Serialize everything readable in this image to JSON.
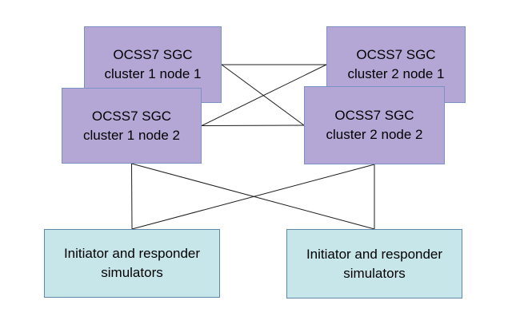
{
  "diagram": {
    "colors": {
      "background": "#ffffff",
      "sgc_fill": "#b4a7d6",
      "sgc_border": "#7b90c4",
      "simulator_fill": "#c7e6ea",
      "simulator_border": "#5f87a9",
      "connector": "#1c1c1c",
      "text": "#000000"
    },
    "nodes": [
      {
        "id": "sgc-c1n1",
        "line1": "OCSS7 SGC",
        "line2": "cluster 1 node 1"
      },
      {
        "id": "sgc-c2n1",
        "line1": "OCSS7 SGC",
        "line2": "cluster 2 node 1"
      },
      {
        "id": "sgc-c1n2",
        "line1": "OCSS7 SGC",
        "line2": "cluster 1 node 2"
      },
      {
        "id": "sgc-c2n2",
        "line1": "OCSS7 SGC",
        "line2": "cluster 2 node 2"
      },
      {
        "id": "sim-left",
        "line1": "Initiator and responder",
        "line2": "simulators"
      },
      {
        "id": "sim-right",
        "line1": "Initiator and responder",
        "line2": "simulators"
      }
    ],
    "edges": [
      {
        "from": "sgc-c1n1",
        "from_side": "right",
        "to": "sgc-c2n1",
        "to_side": "left"
      },
      {
        "from": "sgc-c1n1",
        "from_side": "right",
        "to": "sgc-c2n2",
        "to_side": "left"
      },
      {
        "from": "sgc-c1n2",
        "from_side": "right",
        "to": "sgc-c2n1",
        "to_side": "left"
      },
      {
        "from": "sgc-c1n2",
        "from_side": "right",
        "to": "sgc-c2n2",
        "to_side": "left"
      },
      {
        "from": "sgc-c1n2",
        "from_side": "bottom",
        "to": "sim-left",
        "to_side": "top"
      },
      {
        "from": "sgc-c1n2",
        "from_side": "bottom",
        "to": "sim-right",
        "to_side": "top"
      },
      {
        "from": "sgc-c2n2",
        "from_side": "bottom",
        "to": "sim-left",
        "to_side": "top"
      },
      {
        "from": "sgc-c2n2",
        "from_side": "bottom",
        "to": "sim-right",
        "to_side": "top"
      }
    ]
  }
}
